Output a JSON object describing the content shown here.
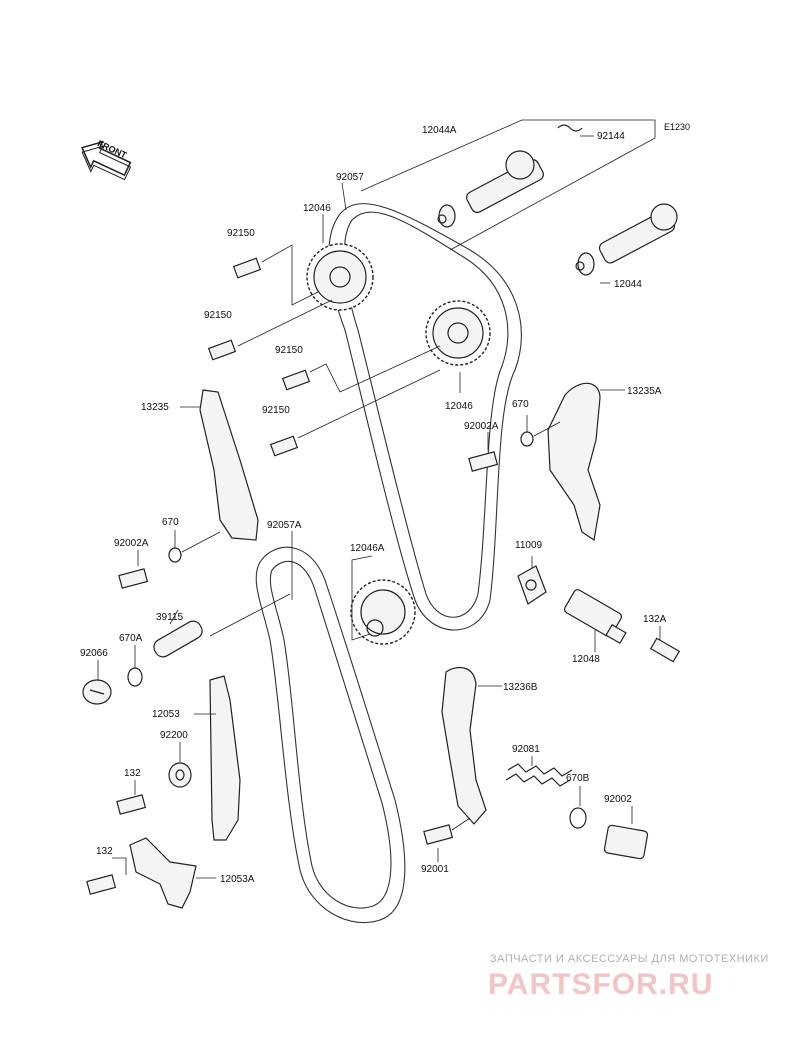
{
  "diagram": {
    "code": "E1230",
    "front_label": "FRONT",
    "parts": {
      "p12044A": "12044A",
      "p92144": "92144",
      "p92057": "92057",
      "p12046_top": "12046",
      "p92150_a": "92150",
      "p92150_b": "92150",
      "p92150_c": "92150",
      "p92150_d": "92150",
      "p12044": "12044",
      "p13235": "13235",
      "p12046_mid": "12046",
      "p670_top": "670",
      "p13235A": "13235A",
      "p92002A_right": "92002A",
      "p670_left": "670",
      "p92002A_left": "92002A",
      "p92057A": "92057A",
      "p12046A": "12046A",
      "p11009": "11009",
      "p39115": "39115",
      "p670A": "670A",
      "p92066": "92066",
      "p132A": "132A",
      "p12048": "12048",
      "p13236B": "13236B",
      "p12053": "12053",
      "p92200": "92200",
      "p92081": "92081",
      "p132_a": "132",
      "p670B": "670B",
      "p92002": "92002",
      "p132_b": "132",
      "p12053A": "12053A",
      "p92001": "92001"
    }
  },
  "watermark": {
    "tagline": "ЗАПЧАСТИ И АКСЕССУАРЫ ДЛЯ МОТОТЕХНИКИ",
    "logo": "PARTSFOR.RU"
  }
}
